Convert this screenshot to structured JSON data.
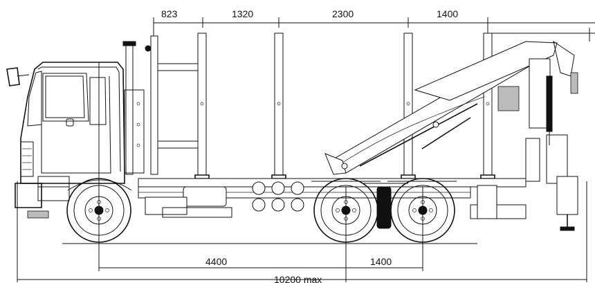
{
  "drawing": {
    "top_dimensions": [
      "823",
      "1320",
      "2300",
      "1400"
    ],
    "bottom_dimensions": {
      "wheelbase": "4400",
      "tandem": "1400",
      "overall": "10200 max"
    }
  }
}
